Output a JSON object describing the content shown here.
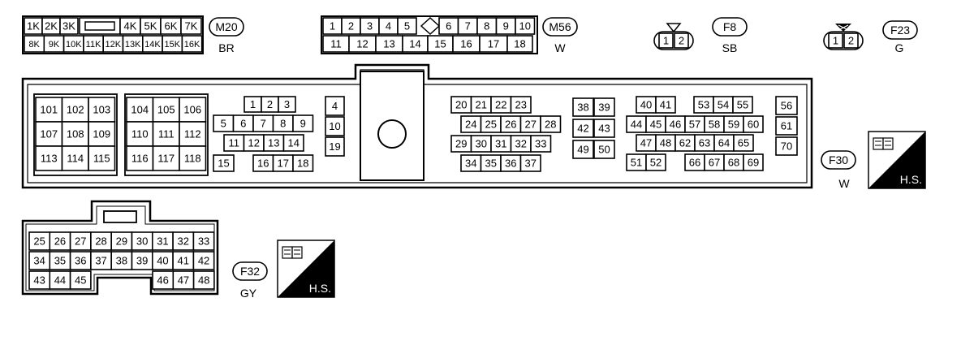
{
  "m20": {
    "tag": "M20",
    "color": "BR",
    "top_left": [
      "1K",
      "2K",
      "3K"
    ],
    "top_right": [
      "4K",
      "5K",
      "6K",
      "7K"
    ],
    "bottom": [
      "8K",
      "9K",
      "10K",
      "11K",
      "12K",
      "13K",
      "14K",
      "15K",
      "16K"
    ]
  },
  "m56": {
    "tag": "M56",
    "color": "W",
    "top_left": [
      "1",
      "2",
      "3",
      "4",
      "5"
    ],
    "top_right": [
      "6",
      "7",
      "8",
      "9",
      "10"
    ],
    "bottom": [
      "11",
      "12",
      "13",
      "14",
      "15",
      "16",
      "17",
      "18"
    ]
  },
  "f8": {
    "tag": "F8",
    "color": "SB",
    "pins": [
      "1",
      "2"
    ]
  },
  "f23": {
    "tag": "F23",
    "color": "G",
    "pins": [
      "1",
      "2"
    ]
  },
  "f30": {
    "tag": "F30",
    "color": "W",
    "hs_label": "H.S.",
    "group_a": [
      "101",
      "102",
      "103",
      "107",
      "108",
      "109",
      "113",
      "114",
      "115"
    ],
    "group_b": [
      "104",
      "105",
      "106",
      "110",
      "111",
      "112",
      "116",
      "117",
      "118"
    ],
    "group_c_rows": [
      [
        "1",
        "2",
        "3"
      ],
      [
        "5",
        "6",
        "7",
        "8",
        "9"
      ],
      [
        "11",
        "12",
        "13",
        "14"
      ],
      [
        "15",
        "16",
        "17",
        "18"
      ]
    ],
    "group_d": [
      "4",
      "10",
      "19"
    ],
    "group_e_rows": [
      [
        "20",
        "21",
        "22",
        "23"
      ],
      [
        "24",
        "25",
        "26",
        "27",
        "28"
      ],
      [
        "29",
        "30",
        "31",
        "32",
        "33"
      ],
      [
        "34",
        "35",
        "36",
        "37"
      ]
    ],
    "group_f": [
      "38",
      "39",
      "42",
      "43",
      "49",
      "50"
    ],
    "group_g_rows": [
      [
        "40",
        "41",
        "53",
        "54",
        "55"
      ],
      [
        "44",
        "45",
        "46",
        "57",
        "58",
        "59",
        "60"
      ],
      [
        "47",
        "48",
        "62",
        "63",
        "64",
        "65"
      ],
      [
        "51",
        "52",
        "66",
        "67",
        "68",
        "69"
      ]
    ],
    "group_h": [
      "56",
      "61",
      "70"
    ]
  },
  "f32": {
    "tag": "F32",
    "color": "GY",
    "hs_label": "H.S.",
    "row1": [
      "25",
      "26",
      "27",
      "28",
      "29",
      "30",
      "31",
      "32",
      "33"
    ],
    "row2": [
      "34",
      "35",
      "36",
      "37",
      "38",
      "39",
      "40",
      "41",
      "42"
    ],
    "row3_left": [
      "43",
      "44",
      "45"
    ],
    "row3_right": [
      "46",
      "47",
      "48"
    ]
  }
}
